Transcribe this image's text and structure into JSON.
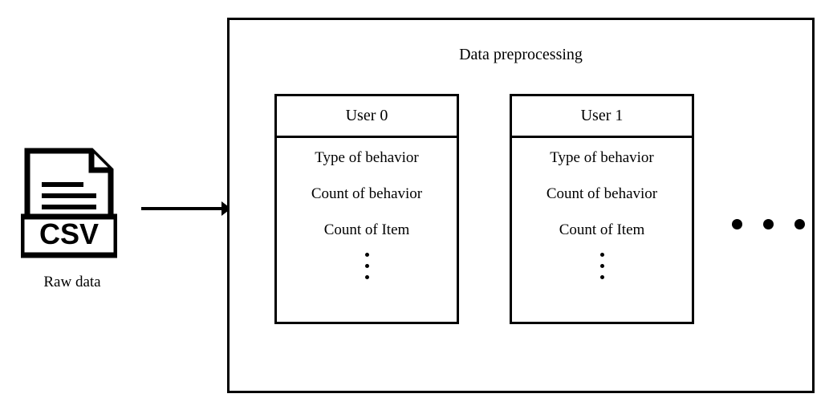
{
  "diagram": {
    "title": "Data preprocessing",
    "source": {
      "icon": "csv-file-icon",
      "badge_label": "CSV",
      "caption": "Raw data"
    },
    "flow": {
      "arrow": "right-arrow"
    },
    "users": [
      {
        "header": "User 0",
        "fields": [
          "Type of behavior",
          "Count of behavior",
          "Count of Item"
        ],
        "continuation": "vertical-ellipsis"
      },
      {
        "header": "User 1",
        "fields": [
          "Type of behavior",
          "Count of behavior",
          "Count of Item"
        ],
        "continuation": "vertical-ellipsis"
      }
    ],
    "more_users": "horizontal-ellipsis",
    "colors": {
      "stroke": "#000000",
      "background": "#ffffff"
    }
  }
}
